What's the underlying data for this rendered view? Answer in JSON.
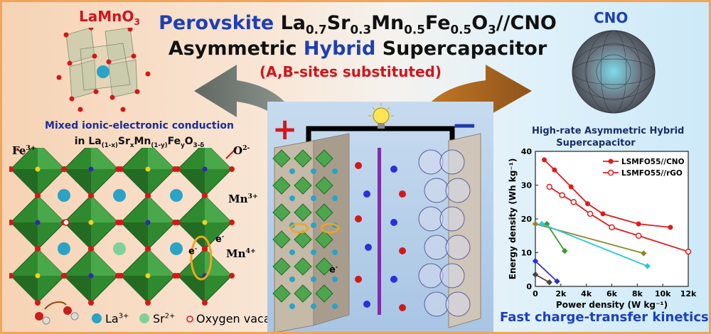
{
  "header": {
    "title_word1": "Perovskite",
    "formula": {
      "p1": "La",
      "s1": "0.7",
      "p2": "Sr",
      "s2": "0.3",
      "p3": "Mn",
      "s3": "0.5",
      "p4": "Fe",
      "s4": "0.5",
      "p5": "O",
      "s5": "3",
      "p6": "//CNO"
    },
    "line2_part1": "Asymmetric",
    "line2_part2": "Hybrid",
    "line2_part3": "Supercapacitor",
    "line3": "(A,B-sites substituted)"
  },
  "left": {
    "lamno3": {
      "base": "LaMnO",
      "sub": "3"
    },
    "mixed_line1": "Mixed ionic-electronic conduction",
    "mixed_line2": {
      "pre": "in La",
      "sub1": "(1-x)",
      "mid1": "Sr",
      "sub2": "x",
      "mid2": "Mn",
      "sub3": "(1-y)",
      "mid3": "Fe",
      "sub4": "y",
      "mid4": "O",
      "sub5": "3-δ"
    },
    "fe_label": {
      "base": "Fe",
      "sup": "3+"
    },
    "o_label": {
      "base": "O",
      "sup": "2-"
    },
    "mn3_label": {
      "base": "Mn",
      "sup": "3+"
    },
    "mn4_label": {
      "base": "Mn",
      "sup": "4+"
    },
    "e_label": {
      "base": "e",
      "sup": "-"
    },
    "legend": {
      "la": {
        "base": "La",
        "sup": "3+"
      },
      "sr": {
        "base": "Sr",
        "sup": "2+"
      },
      "vac": "Oxygen vacancy"
    }
  },
  "center": {
    "plus": "+",
    "minus": "−",
    "e_label": {
      "base": "e",
      "sup": "-"
    }
  },
  "right": {
    "cno": "CNO",
    "chart_title_l1": "High-rate Asymmetric Hybrid",
    "chart_title_l2": "Supercapacitor",
    "footer": "Fast charge-transfer kinetics"
  },
  "colors": {
    "title_blue": "#1e3fb4",
    "accent_red": "#d0141c",
    "octahedron_green": "#2f8a2f",
    "series_red": "#e01b1b"
  },
  "chart_data": {
    "type": "line",
    "xlabel": "Power density (W kg⁻¹)",
    "ylabel": "Energy density (Wh kg⁻¹)",
    "xlim": [
      0,
      12000
    ],
    "ylim": [
      0,
      40
    ],
    "xticks": [
      "0",
      "2k",
      "4k",
      "6k",
      "8k",
      "10k",
      "12k"
    ],
    "yticks": [
      "0",
      "10",
      "20",
      "30",
      "40"
    ],
    "legend_position": "top-right",
    "series": [
      {
        "name": "LSMFO55//CNO",
        "color": "#e01b1b",
        "marker": "filled-circle",
        "x": [
          700,
          1500,
          2800,
          4100,
          5300,
          8100,
          10600
        ],
        "y": [
          37.5,
          34.5,
          29.5,
          24.5,
          21.5,
          18.5,
          17.5
        ]
      },
      {
        "name": "LSMFO55//rGO",
        "color": "#e01b1b",
        "marker": "open-circle",
        "x": [
          1100,
          2100,
          3000,
          4300,
          6000,
          8100,
          12000
        ],
        "y": [
          29.5,
          27,
          25,
          21.5,
          17.5,
          15,
          10.3
        ]
      },
      {
        "color": "#3a9a2a",
        "x": [
          900,
          2300
        ],
        "y": [
          18.5,
          10.5
        ]
      },
      {
        "color": "#8a8a2a",
        "x": [
          0,
          8500
        ],
        "y": [
          18.5,
          9.8
        ]
      },
      {
        "color": "#2cc8e0",
        "x": [
          500,
          8800
        ],
        "y": [
          18.5,
          6
        ]
      },
      {
        "color": "#2a30d8",
        "x": [
          0,
          1700
        ],
        "y": [
          7.5,
          1.5
        ]
      },
      {
        "color": "#444444",
        "x": [
          0,
          1100
        ],
        "y": [
          3.5,
          1.2
        ]
      }
    ]
  }
}
